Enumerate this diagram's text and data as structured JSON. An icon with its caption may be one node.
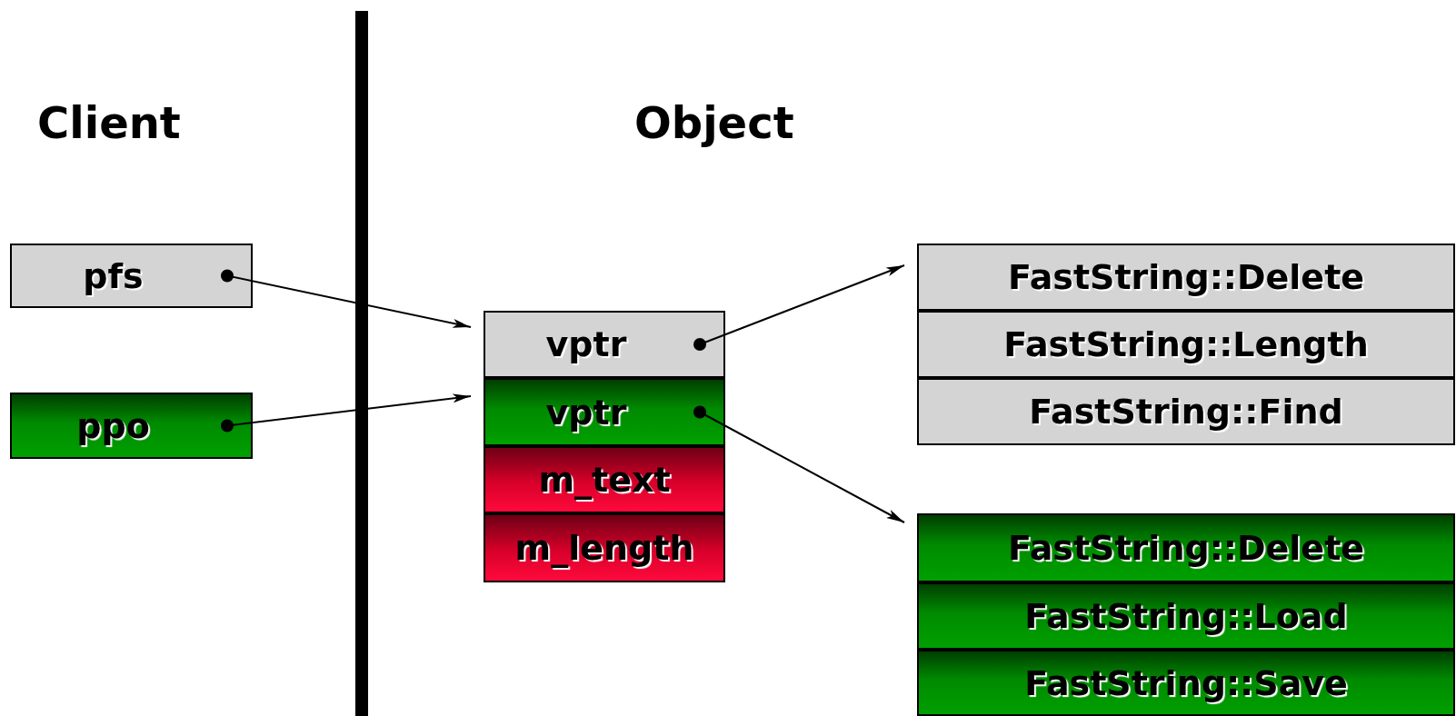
{
  "diagram": {
    "nodes": [
      {
        "text": [
          "pfs"
        ]
      },
      {
        "text": [
          "ppo"
        ]
      },
      {
        "text": [
          "vptr"
        ]
      },
      {
        "text": [
          "vptr"
        ]
      },
      {
        "text": [
          "m_text"
        ]
      },
      {
        "text": [
          "m_length"
        ]
      },
      {
        "text": [
          "FastString::Delete"
        ]
      },
      {
        "text": [
          "FastString::Length"
        ]
      },
      {
        "text": [
          "FastString::Find"
        ]
      },
      {
        "text": [
          "FastString::Delete"
        ]
      },
      {
        "text": [
          "FastString::Load"
        ]
      },
      {
        "text": [
          "FastString::Save"
        ]
      },
      {
        "text": [],
        "shape": "bar"
      }
    ],
    "edges": [
      {
        "from": 0,
        "to": 2,
        "arrow": "to"
      },
      {
        "from": 1,
        "to": 3,
        "arrow": "to"
      },
      {
        "from": 2,
        "to": 6,
        "arrow": "to"
      },
      {
        "from": 3,
        "to": 9,
        "arrow": "to"
      }
    ],
    "labels": [
      "Client",
      "Object"
    ]
  }
}
